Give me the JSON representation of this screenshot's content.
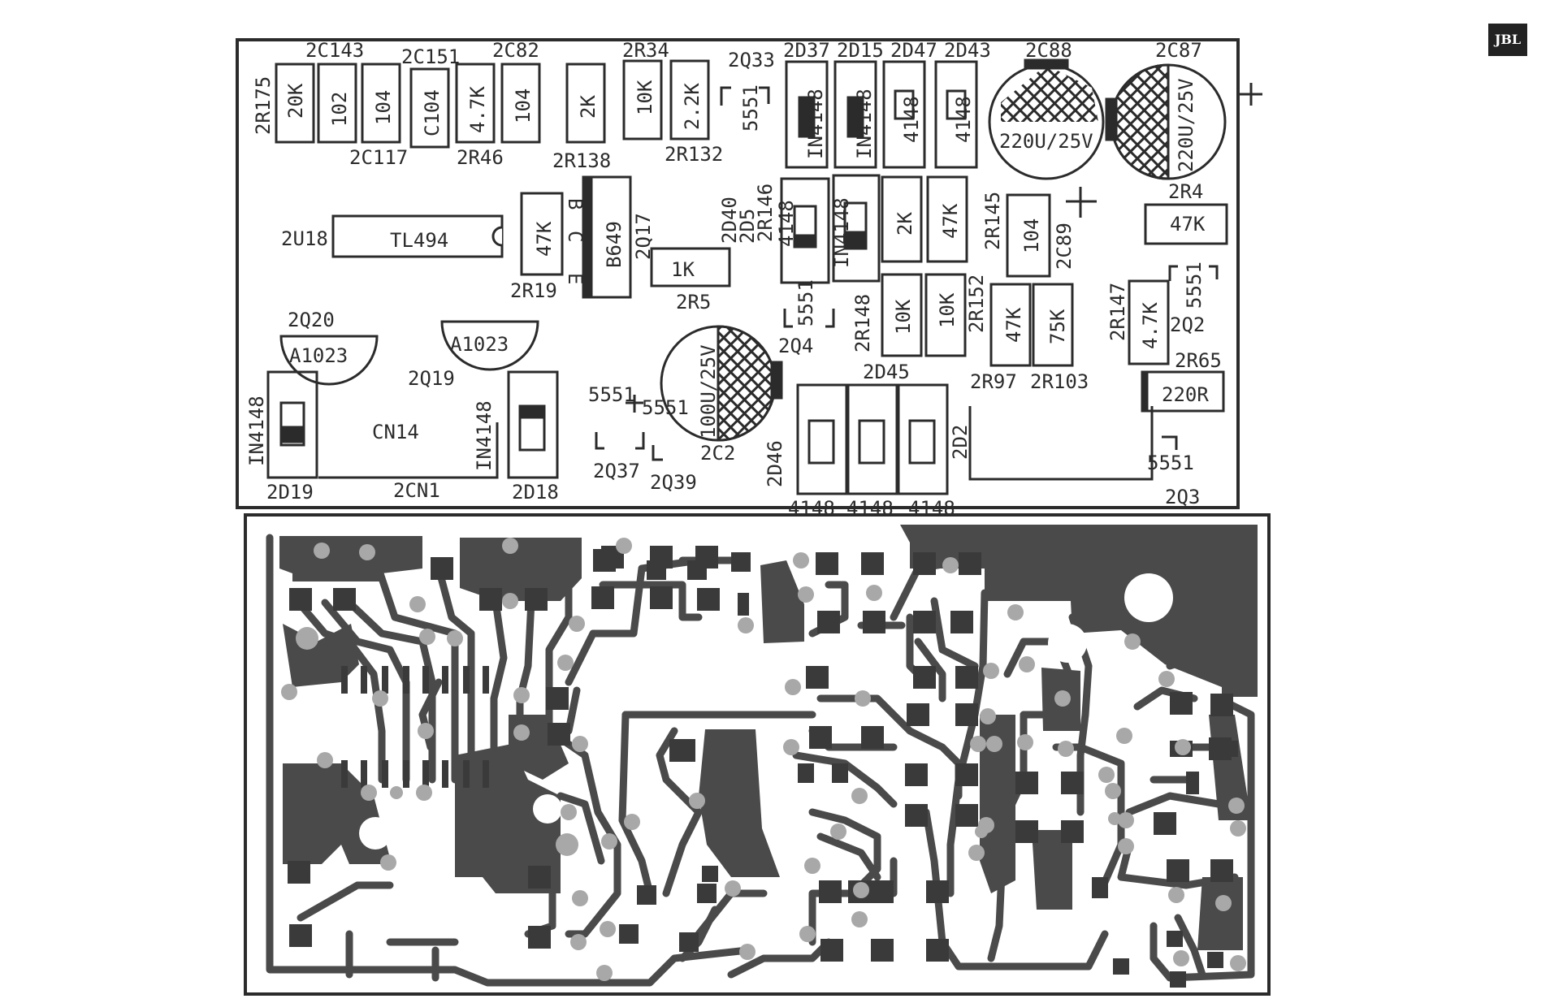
{
  "brand": {
    "logo_text": "JBL",
    "logo_icon": "jbl-logo-icon"
  },
  "component_panel": {
    "top_row": {
      "r175_ref": "2R175",
      "r175_val": "20K",
      "c143_ref": "2C143",
      "c143_val": "102",
      "c117_ref": "2C117",
      "c117_val": "104",
      "c151_ref": "2C151",
      "c151_val": "C104",
      "r46_ref": "2R46",
      "r46_val": "4.7K",
      "c82_ref": "2C82",
      "c82_val": "104",
      "r138_ref": "2R138",
      "r138_val": "2K",
      "r34_ref": "2R34",
      "r34_val": "10K",
      "r132_ref": "2R132",
      "r132_val": "2.2K",
      "q33_ref": "2Q33",
      "q33_val": "5551",
      "d37_ref": "2D37",
      "d37_val": "IN4148",
      "d15_ref": "2D15",
      "d15_val": "IN4148",
      "d47_ref": "2D47",
      "d47_val": "4148",
      "d43_ref": "2D43",
      "d43_val": "4148",
      "c88_ref": "2C88",
      "c88_val": "220U/25V",
      "c87_ref": "2C87",
      "c87_val": "220U/25V",
      "plus_sign": "+"
    },
    "middle_row": {
      "u18_ref": "2U18",
      "u18_val": "TL494",
      "r19_ref": "2R19",
      "r19_val": "47K",
      "pin_b": "B",
      "pin_c": "C",
      "pin_e": "E",
      "q17_ref": "2Q17",
      "q17_val": "B649",
      "r5_ref": "2R5",
      "r5_val": "1K",
      "d40_ref": "2D40",
      "d5_ref": "2D5",
      "d40_val": "4148",
      "r146_ref": "2R146",
      "r146_val": "IN4148",
      "r148_ref": "2R148",
      "r148_val": "2K",
      "r145_ref": "2R145",
      "r145_val": "47K",
      "c89_ref": "2C89",
      "c89_val": "104",
      "r4_ref": "2R4",
      "r4_val": "47K",
      "q4_ref": "2Q4",
      "q4_val": "5551",
      "r152_ref": "2R152",
      "r152_a": "10K",
      "r152_b": "10K",
      "r97_ref": "2R97",
      "r97_val": "47K",
      "r103_ref": "2R103",
      "r103_val": "75K",
      "r147_ref": "2R147",
      "r147_val": "4.7K",
      "q2_ref": "2Q2",
      "q2_val": "5551",
      "r65_ref": "2R65",
      "r65_val": "220R"
    },
    "bottom_row": {
      "q20_ref": "2Q20",
      "q20_val": "A1023",
      "q19_ref": "2Q19",
      "q19_val": "A1023",
      "d19_ref": "2D19",
      "d19_val": "IN4148",
      "cn1_ref": "2CN1",
      "cn1_val": "CN14",
      "d18_ref": "2D18",
      "d18_val": "IN4148",
      "q37_ref": "2Q37",
      "q37_val": "5551",
      "q39_ref": "2Q39",
      "q39_val": "5551",
      "c2_ref": "2C2",
      "c2_val": "100U/25V",
      "d45_ref": "2D45",
      "d46_ref": "2D46",
      "d2_ref": "2D2",
      "diode_val_a": "4148",
      "diode_val_b": "4148",
      "diode_val_c": "4148",
      "q3_ref": "2Q3",
      "q3_val": "5551"
    }
  },
  "pcb_panel": {
    "description_icon": "pcb-copper-traces-icon"
  }
}
